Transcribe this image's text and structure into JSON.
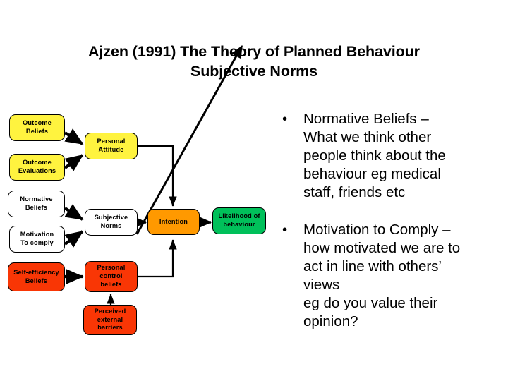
{
  "slide": {
    "title_lines": [
      "Ajzen (1991) The Theory of Planned Behaviour",
      "Subjective Norms"
    ]
  },
  "colors": {
    "yellow": "#FFF33F",
    "white": "#FFFFFF",
    "red": "#F93605",
    "orange": "#FF9900",
    "green": "#00C05A",
    "outline": "#000000",
    "text": "#000000",
    "background": "#FFFFFF"
  },
  "diagram": {
    "nodes": [
      {
        "id": "outcome-beliefs",
        "label": "Outcome\nBeliefs",
        "fill": "yellow"
      },
      {
        "id": "outcome-evaluations",
        "label": "Outcome\nEvaluations",
        "fill": "yellow"
      },
      {
        "id": "personal-attitude",
        "label": "Personal\nAttitude",
        "fill": "yellow"
      },
      {
        "id": "normative-beliefs",
        "label": "Normative\nBeliefs",
        "fill": "white"
      },
      {
        "id": "motivation-to-comply",
        "label": "Motivation\nTo comply",
        "fill": "white"
      },
      {
        "id": "subjective-norms",
        "label": "Subjective\nNorms",
        "fill": "white"
      },
      {
        "id": "self-efficiency-beliefs",
        "label": "Self-efficiency\nBeliefs",
        "fill": "red"
      },
      {
        "id": "personal-control-beliefs",
        "label": "Personal\ncontrol\nbeliefs",
        "fill": "red"
      },
      {
        "id": "perceived-external-barriers",
        "label": "Perceived\nexternal\nbarriers",
        "fill": "red"
      },
      {
        "id": "intention",
        "label": "Intention",
        "fill": "orange"
      },
      {
        "id": "likelihood-of-behaviour",
        "label": "Likelihood of\nbehaviour",
        "fill": "green"
      }
    ],
    "edges": [
      {
        "from": "outcome-beliefs",
        "to": "personal-attitude"
      },
      {
        "from": "outcome-evaluations",
        "to": "personal-attitude"
      },
      {
        "from": "normative-beliefs",
        "to": "subjective-norms"
      },
      {
        "from": "motivation-to-comply",
        "to": "subjective-norms"
      },
      {
        "from": "self-efficiency-beliefs",
        "to": "personal-control-beliefs"
      },
      {
        "from": "perceived-external-barriers",
        "to": "personal-control-beliefs"
      },
      {
        "from": "personal-attitude",
        "to": "intention"
      },
      {
        "from": "subjective-norms",
        "to": "intention"
      },
      {
        "from": "personal-control-beliefs",
        "to": "intention"
      },
      {
        "from": "intention",
        "to": "likelihood-of-behaviour"
      },
      {
        "from": "perceived-external-barriers",
        "to": "likelihood-of-behaviour"
      }
    ]
  },
  "bullets": [
    {
      "marker": "•",
      "lines": [
        "Normative Beliefs –",
        "What we think other",
        "people think about the",
        "behaviour eg medical",
        "staff, friends etc"
      ]
    },
    {
      "marker": "•",
      "lines": [
        "Motivation to Comply –",
        "how motivated we are to",
        "act in line with others’",
        "views",
        "eg do you value their",
        "opinion?"
      ]
    }
  ]
}
